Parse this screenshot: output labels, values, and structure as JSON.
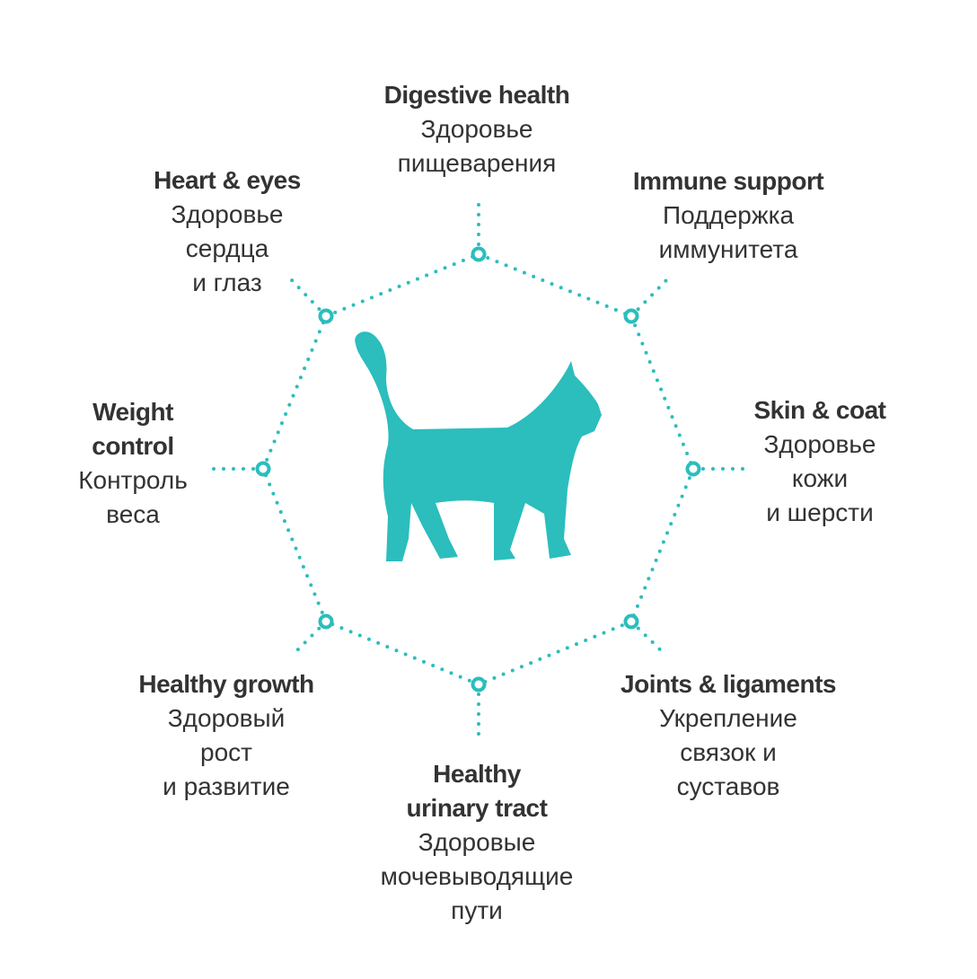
{
  "colors": {
    "accent": "#2cbdbd",
    "text": "#333333"
  },
  "items": [
    {
      "id": "digestive",
      "title": [
        "Digestive health"
      ],
      "subtitle": [
        "Здоровье",
        "пищеварения"
      ]
    },
    {
      "id": "immune",
      "title": [
        "Immune support"
      ],
      "subtitle": [
        "Поддержка",
        "иммунитета"
      ]
    },
    {
      "id": "skin",
      "title": [
        "Skin & coat"
      ],
      "subtitle": [
        "Здоровье",
        "кожи",
        "и шерсти"
      ]
    },
    {
      "id": "joints",
      "title": [
        "Joints & ligaments"
      ],
      "subtitle": [
        "Укрепление",
        "связок и",
        "суставов"
      ]
    },
    {
      "id": "urinary",
      "title": [
        "Healthy",
        "urinary tract"
      ],
      "subtitle": [
        "Здоровые",
        "мочевыводящие",
        "пути"
      ]
    },
    {
      "id": "growth",
      "title": [
        "Healthy growth"
      ],
      "subtitle": [
        "Здоровый",
        "рост",
        "и развитие"
      ]
    },
    {
      "id": "weight",
      "title": [
        "Weight",
        "control"
      ],
      "subtitle": [
        "Контроль",
        "веса"
      ]
    },
    {
      "id": "heart",
      "title": [
        "Heart & eyes"
      ],
      "subtitle": [
        "Здоровье",
        "сердца",
        "и глаз"
      ]
    }
  ]
}
